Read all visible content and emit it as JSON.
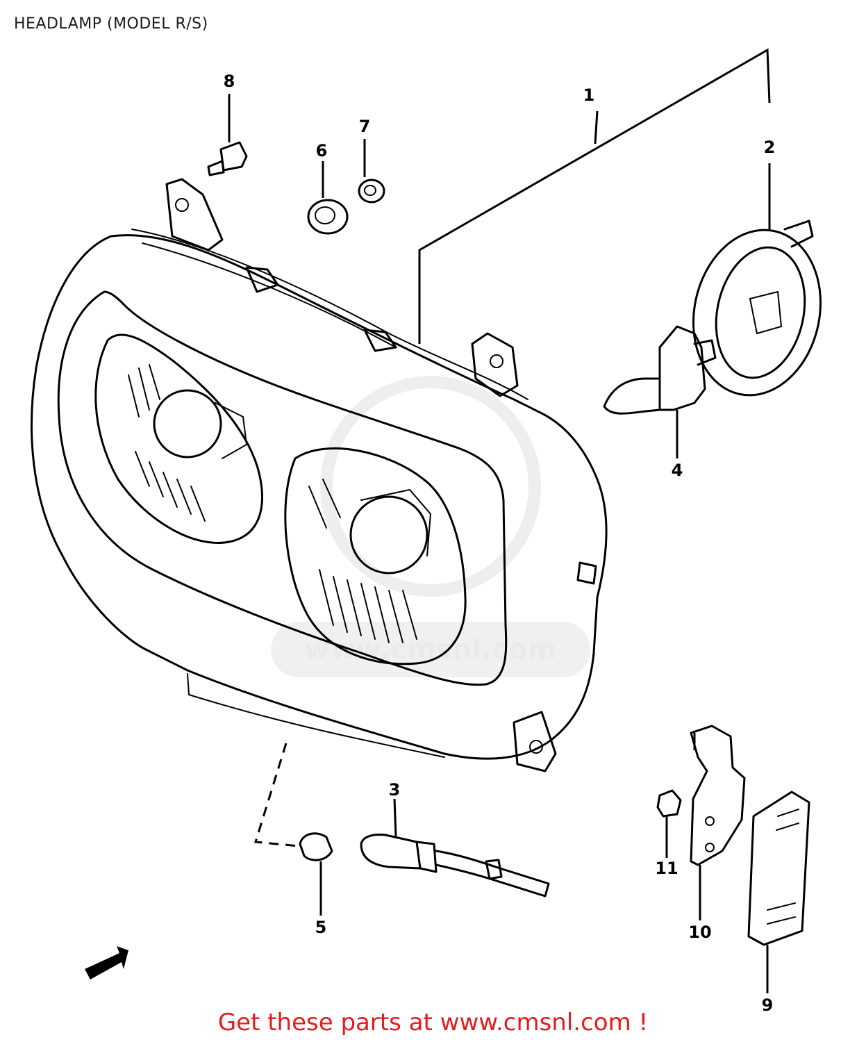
{
  "title": "HEADLAMP (MODEL R/S)",
  "footer": "Get these parts at www.cmsnl.com !",
  "watermark": "www.cmsnl.com",
  "colors": {
    "footer_text": "#e41b1b",
    "line_art": "#000000",
    "watermark": "#e8e8e8"
  },
  "callouts": [
    {
      "id": "part-1",
      "number": "1"
    },
    {
      "id": "part-2",
      "number": "2"
    },
    {
      "id": "part-3",
      "number": "3"
    },
    {
      "id": "part-4",
      "number": "4"
    },
    {
      "id": "part-5",
      "number": "5"
    },
    {
      "id": "part-6",
      "number": "6"
    },
    {
      "id": "part-7",
      "number": "7"
    },
    {
      "id": "part-8",
      "number": "8"
    },
    {
      "id": "part-9",
      "number": "9"
    },
    {
      "id": "part-10",
      "number": "10"
    },
    {
      "id": "part-11",
      "number": "11"
    }
  ],
  "front_arrow": {
    "icon": "front-direction-arrow-icon"
  }
}
